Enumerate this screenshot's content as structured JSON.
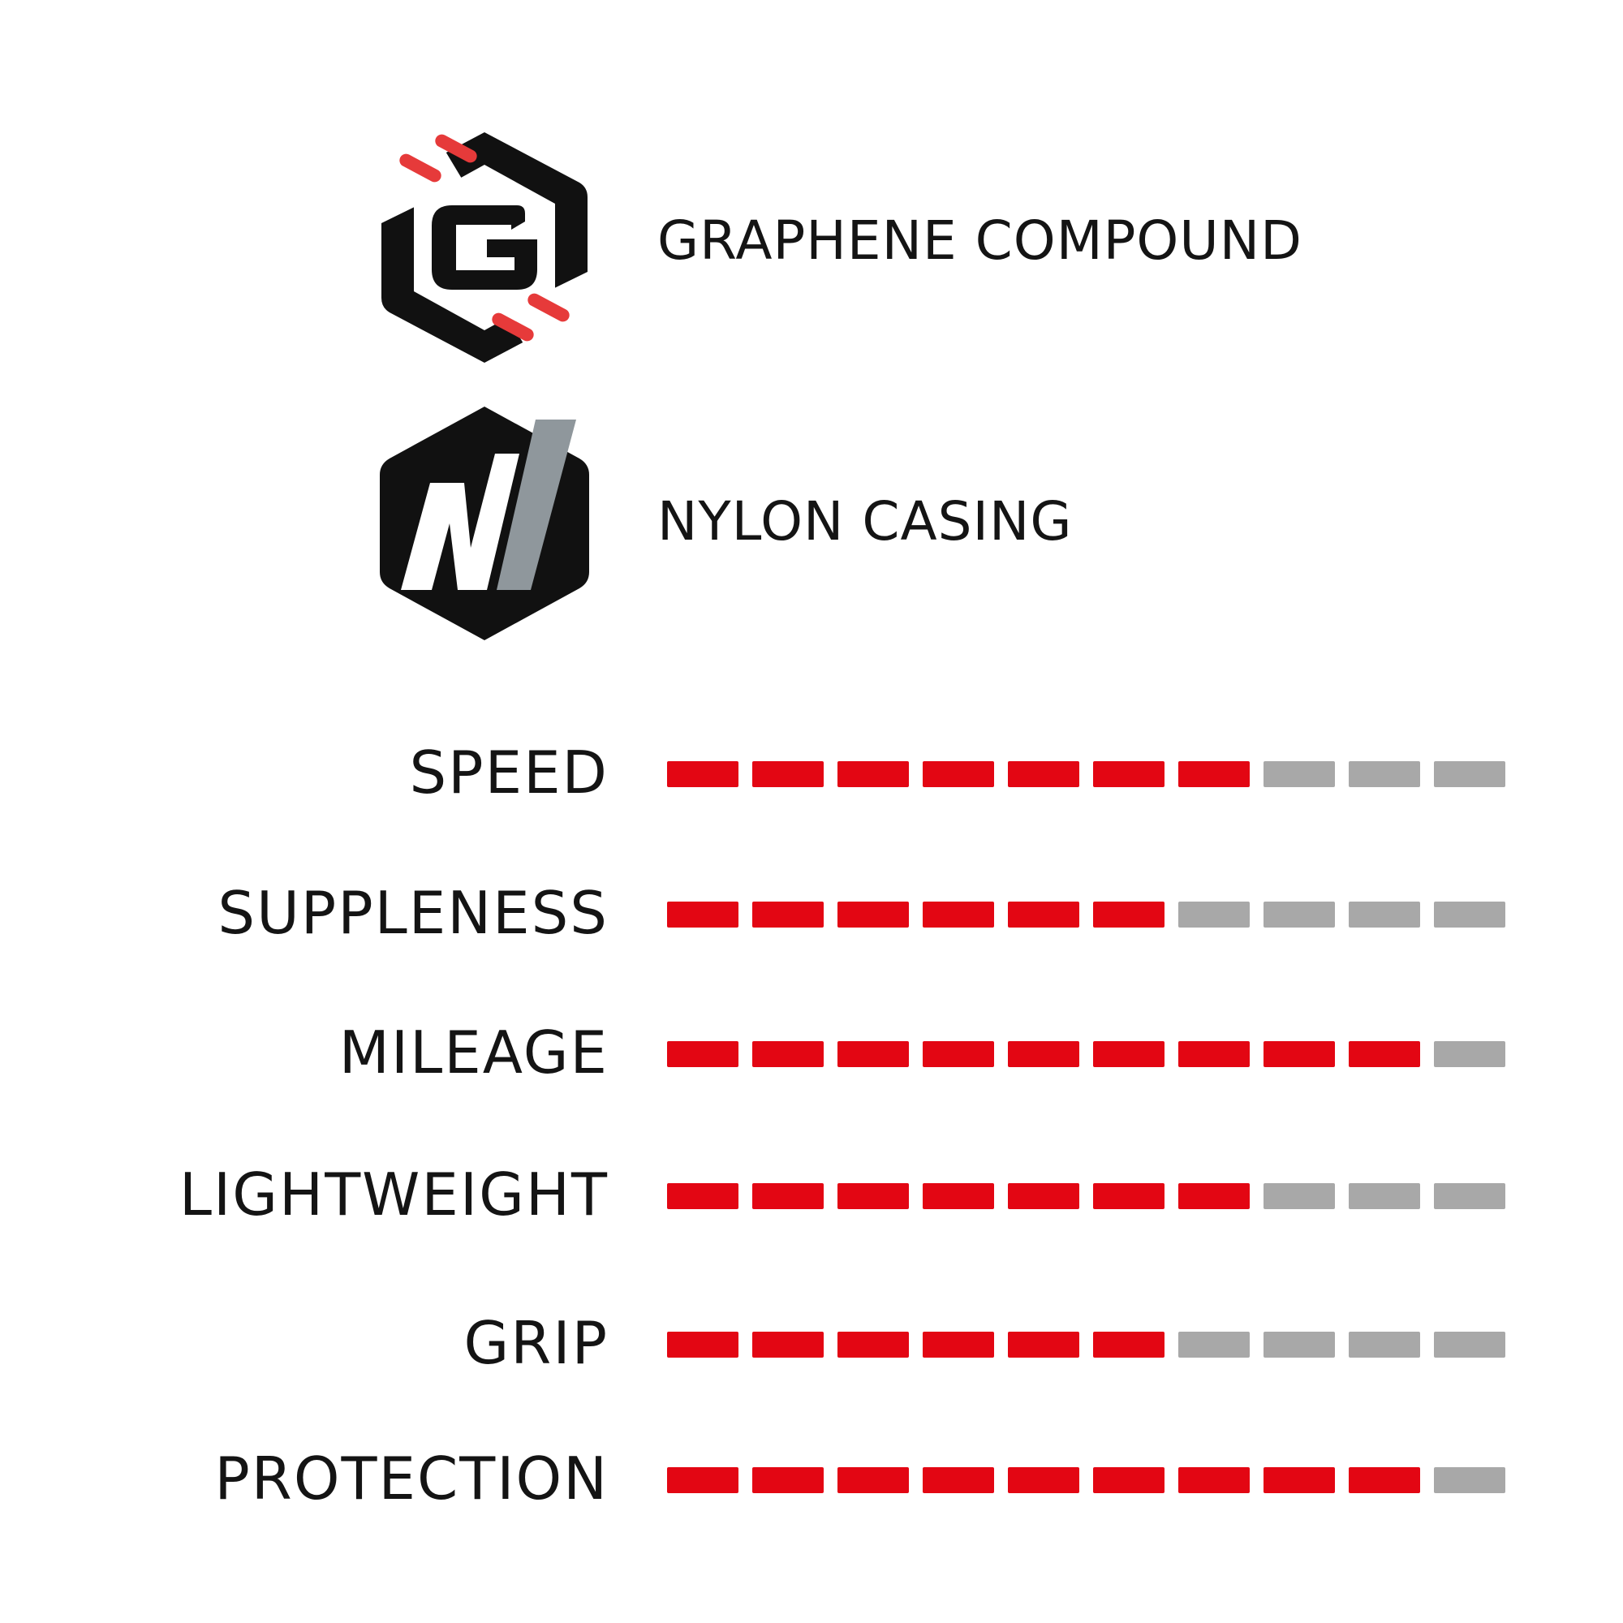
{
  "features": [
    {
      "label": "GRAPHENE COMPOUND",
      "icon": "graphene-badge-icon",
      "badge_letter": "G"
    },
    {
      "label": "NYLON CASING",
      "icon": "nylon-badge-icon"
    }
  ],
  "rating_scale_max": 10,
  "colors": {
    "filled": "#e30613",
    "empty": "#a8a8a8",
    "badge": "#111111",
    "graphene_accent": "#e63a3a",
    "nylon_accent": "#8f979c",
    "text": "#141414"
  },
  "ratings": [
    {
      "label": "SPEED",
      "value": 7
    },
    {
      "label": "SUPPLENESS",
      "value": 6
    },
    {
      "label": "MILEAGE",
      "value": 9
    },
    {
      "label": "LIGHTWEIGHT",
      "value": 7
    },
    {
      "label": "GRIP",
      "value": 6
    },
    {
      "label": "PROTECTION",
      "value": 9
    }
  ]
}
